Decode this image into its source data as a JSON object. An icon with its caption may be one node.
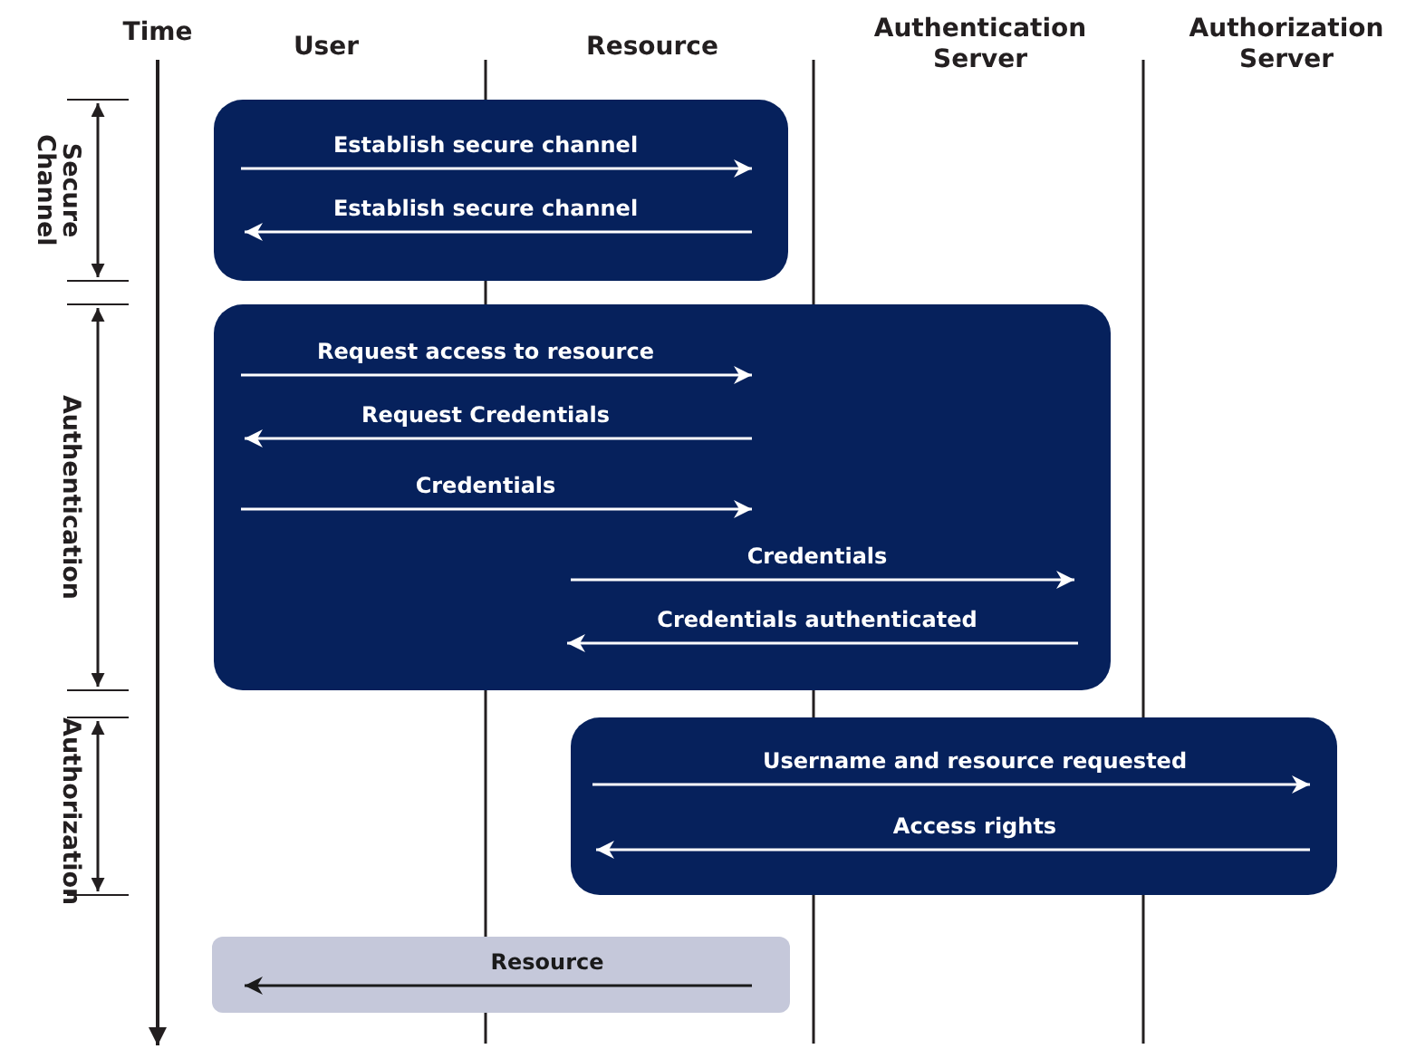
{
  "diagram": {
    "nodes": [
      {
        "text": [
          "Establish secure channel",
          "Establish secure channel"
        ]
      },
      {
        "text": [
          "Request access to resource",
          "Request Credentials",
          "Credentials",
          "Credentials",
          "Credentials authenticated"
        ]
      },
      {
        "text": [
          "Username and resource requested",
          "Access rights"
        ]
      },
      {
        "text": [
          "Resource"
        ]
      }
    ],
    "labels": [
      "Time",
      "User",
      "Resource",
      "Authentication Server",
      "Authorization Server",
      "Secure Channel",
      "Authentication",
      "Authorization"
    ]
  }
}
